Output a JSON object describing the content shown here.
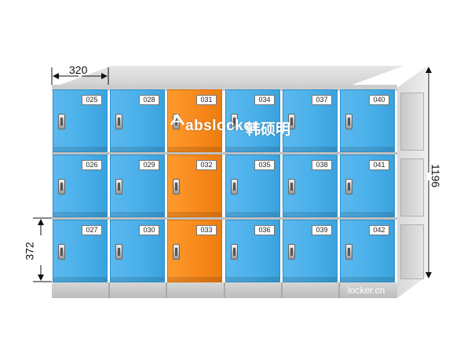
{
  "dimensions": {
    "width_label": "320",
    "height_label": "1196",
    "row_height_label": "372"
  },
  "lockers": {
    "columns": [
      [
        "025",
        "026",
        "027"
      ],
      [
        "028",
        "029",
        "030"
      ],
      [
        "031",
        "032",
        "033"
      ],
      [
        "034",
        "035",
        "036"
      ],
      [
        "037",
        "038",
        "039"
      ],
      [
        "040",
        "041",
        "042"
      ]
    ],
    "highlight_column_index": 2,
    "colors": {
      "blue": "#4ab0ea",
      "orange": "#f7881a"
    }
  },
  "branding": {
    "logo_text": "abslocker",
    "logo_text_cn": "韩硕明",
    "url": "locker.cn"
  }
}
